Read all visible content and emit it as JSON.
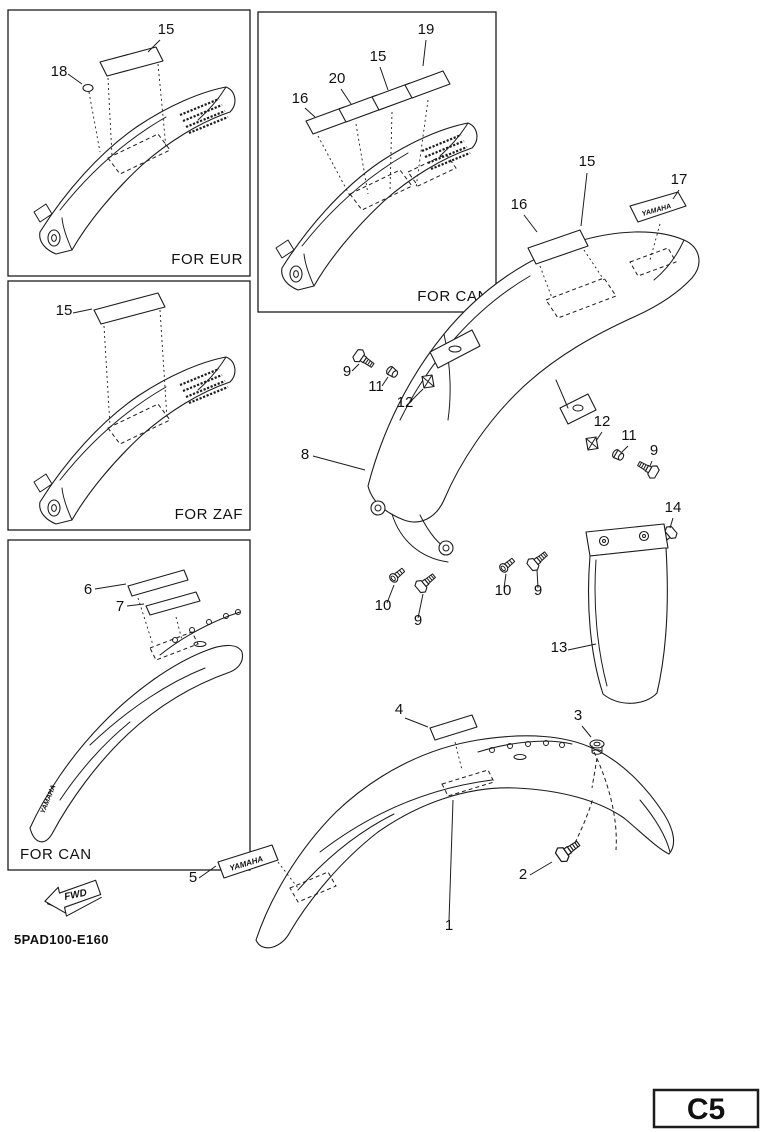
{
  "page": {
    "background": "#ffffff",
    "line_color": "#1c1c1c",
    "diagram_code": "5PAD100-E160",
    "page_code": "C5",
    "fwd_label": "FWD",
    "yamaha_text": "YAMAHA"
  },
  "insets": {
    "eur": {
      "label": "FOR EUR",
      "callouts": {
        "sticker": "15",
        "grommet": "18"
      }
    },
    "can_top": {
      "label": "FOR CAN",
      "callouts": {
        "s16": "16",
        "s20": "20",
        "s15": "15",
        "s19": "19"
      }
    },
    "zaf": {
      "label": "FOR ZAF",
      "callouts": {
        "sticker": "15"
      }
    },
    "can_front": {
      "label": "FOR CAN",
      "callouts": {
        "s6": "6",
        "s7": "7"
      }
    }
  },
  "rear_fender": {
    "callouts": {
      "sticker15": "15",
      "sticker16": "16",
      "sticker17": "17",
      "bolt9_a": "9",
      "washer11_a": "11",
      "nut12_a": "12",
      "fender8": "8",
      "nut12_b": "12",
      "washer11_b": "11",
      "bolt9_b": "9",
      "bolt10_a": "10",
      "bolt9_c": "9",
      "bolt10_b": "10",
      "bolt9_d": "9",
      "flap13": "13",
      "bolt14": "14"
    }
  },
  "front_fender": {
    "callouts": {
      "sticker4": "4",
      "nut3": "3",
      "sticker5": "5",
      "bolt2": "2",
      "fender1": "1"
    }
  }
}
